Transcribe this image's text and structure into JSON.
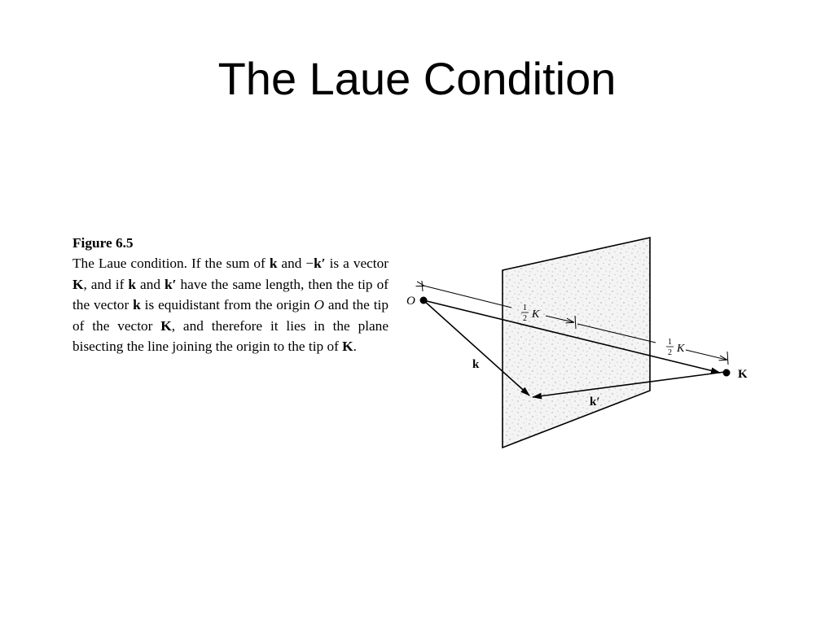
{
  "slide": {
    "title": "The Laue Condition"
  },
  "caption": {
    "label": "Figure 6.5",
    "segments": [
      {
        "text": "The Laue condition. If the sum of ",
        "style": "normal"
      },
      {
        "text": "k",
        "style": "bold"
      },
      {
        "text": " and  −",
        "style": "normal"
      },
      {
        "text": "k′",
        "style": "bold"
      },
      {
        "text": " is a vector ",
        "style": "normal"
      },
      {
        "text": "K",
        "style": "bold"
      },
      {
        "text": ", and if ",
        "style": "normal"
      },
      {
        "text": "k",
        "style": "bold"
      },
      {
        "text": " and ",
        "style": "normal"
      },
      {
        "text": "k′",
        "style": "bold"
      },
      {
        "text": " have the same length, then the tip of the vector ",
        "style": "normal"
      },
      {
        "text": "k",
        "style": "bold"
      },
      {
        "text": " is equi­distant from the origin ",
        "style": "normal"
      },
      {
        "text": "O",
        "style": "italic"
      },
      {
        "text": " and the tip of the vector ",
        "style": "normal"
      },
      {
        "text": "K",
        "style": "bold"
      },
      {
        "text": ", and therefore it lies in the plane bisecting the line joining the origin to the tip of ",
        "style": "normal"
      },
      {
        "text": "K",
        "style": "bold"
      },
      {
        "text": ".",
        "style": "normal"
      }
    ]
  },
  "figure": {
    "origin_label": "O",
    "tip_label": "K",
    "k_label": "k",
    "kprime_label": "k′",
    "half_fraction_num": "1",
    "half_fraction_den": "2",
    "half_K_symbol": "K"
  }
}
